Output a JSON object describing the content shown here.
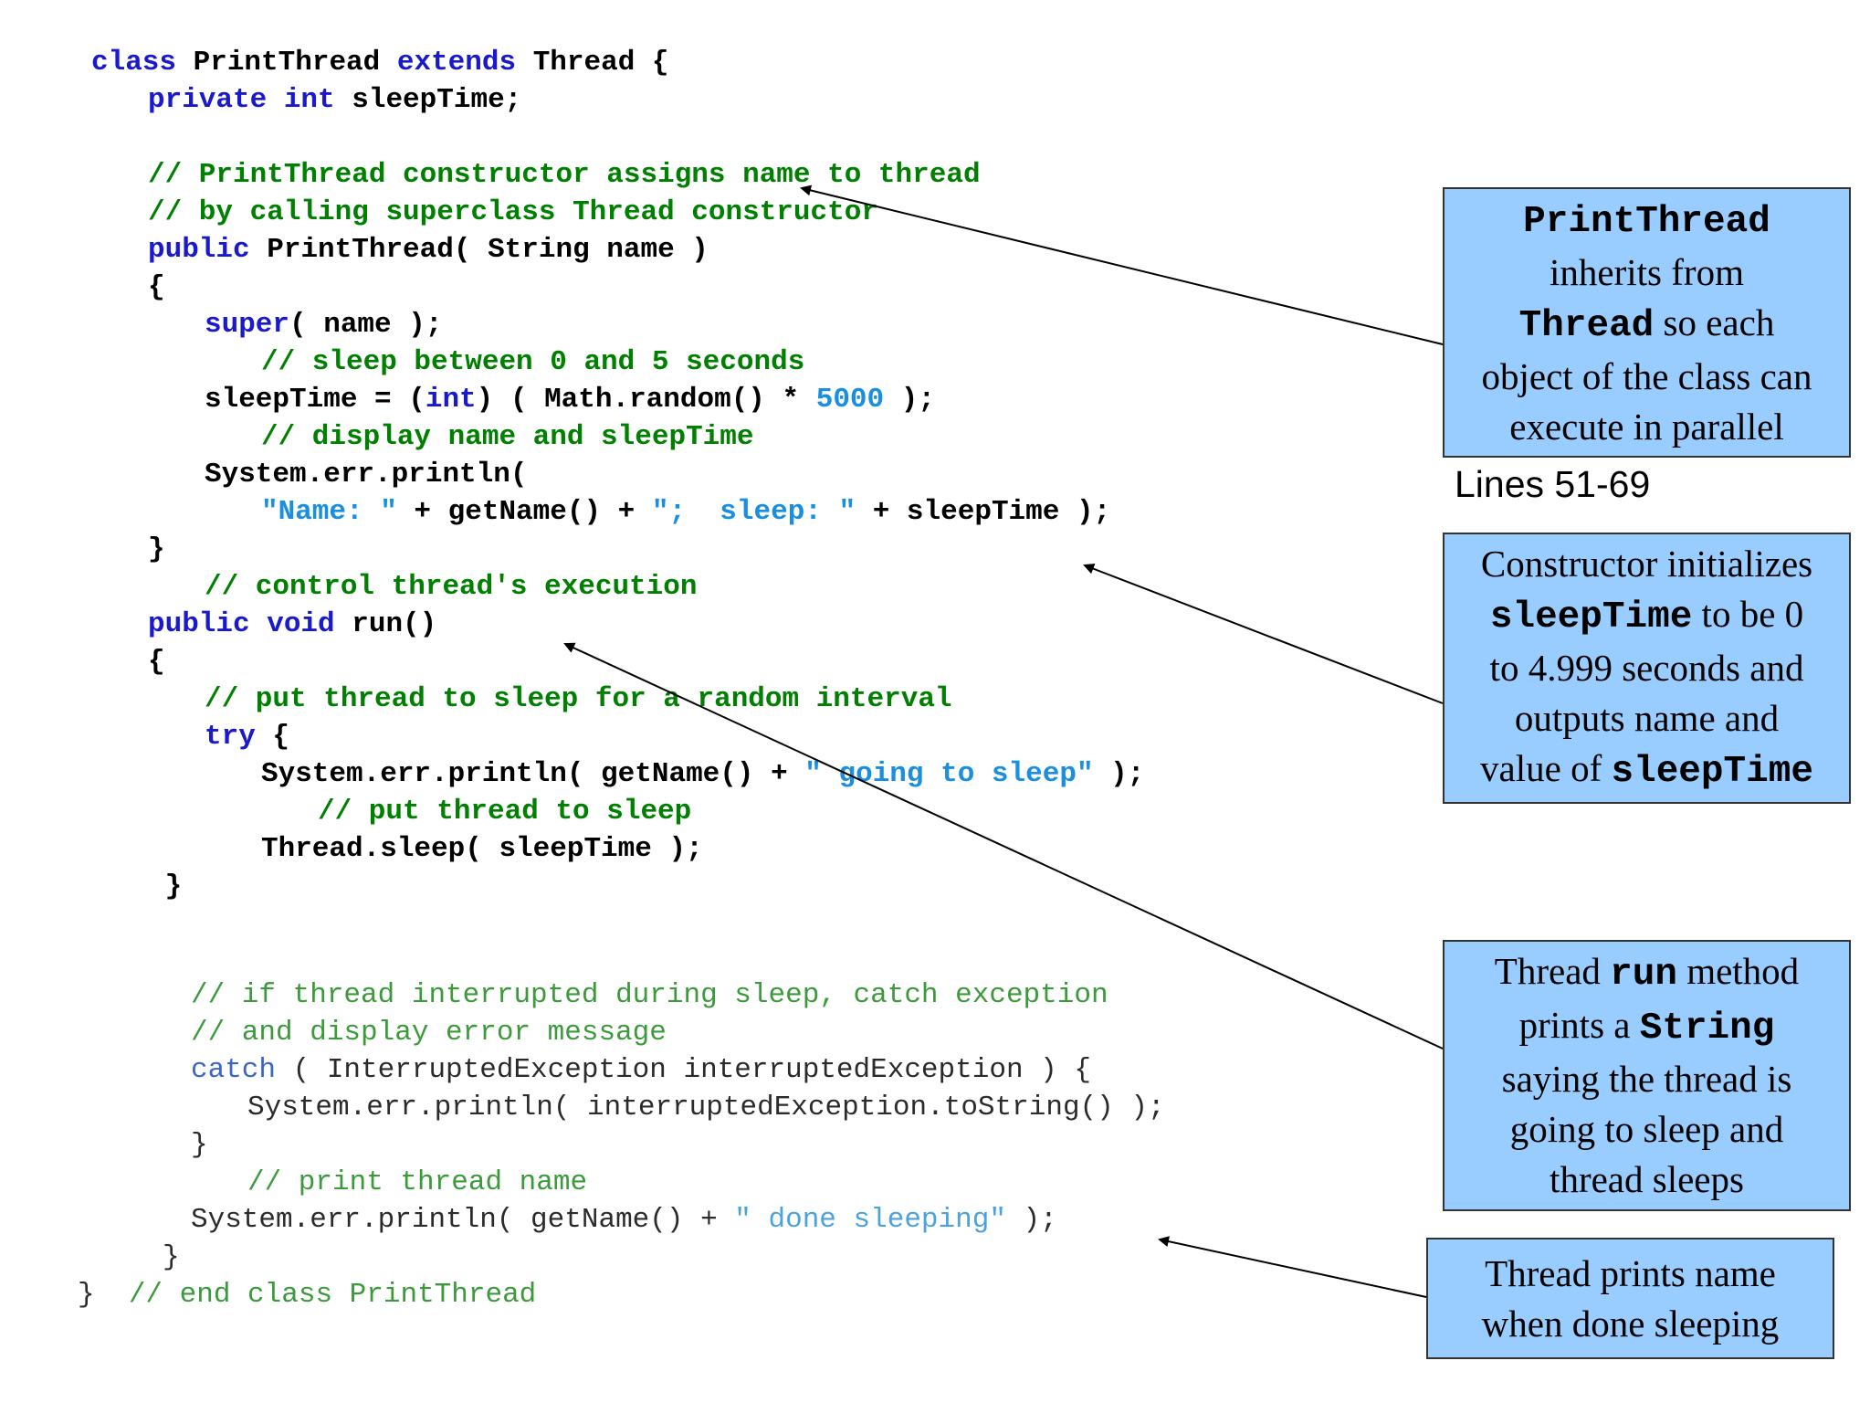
{
  "code": {
    "bold_lines": [
      {
        "indent": 0,
        "tokens": [
          [
            "kw",
            "class "
          ],
          [
            "tx",
            "PrintThread "
          ],
          [
            "kw",
            "extends "
          ],
          [
            "tx",
            "Thread {"
          ]
        ]
      },
      {
        "indent": 1,
        "tokens": [
          [
            "kw",
            "private int "
          ],
          [
            "tx",
            "sleepTime;"
          ]
        ]
      },
      {
        "indent": 1,
        "tokens": [],
        "blank": true
      },
      {
        "indent": 1,
        "tokens": [
          [
            "cm",
            "// PrintThread constructor assigns name to thread"
          ]
        ]
      },
      {
        "indent": 1,
        "tokens": [
          [
            "cm",
            "// by calling superclass Thread constructor"
          ]
        ]
      },
      {
        "indent": 1,
        "tokens": [
          [
            "kw",
            "public "
          ],
          [
            "tx",
            "PrintThread( String name )"
          ]
        ]
      },
      {
        "indent": 1,
        "tokens": [
          [
            "tx",
            "{"
          ]
        ]
      },
      {
        "indent": 2,
        "tokens": [
          [
            "kw",
            "super"
          ],
          [
            "tx",
            "( name );"
          ]
        ]
      },
      {
        "indent": 3,
        "tokens": [
          [
            "cm",
            "// sleep between 0 and 5 seconds"
          ]
        ]
      },
      {
        "indent": 2,
        "tokens": [
          [
            "tx",
            "sleepTime = ("
          ],
          [
            "kw",
            "int"
          ],
          [
            "tx",
            ") ( Math.random() * "
          ],
          [
            "st",
            "5000"
          ],
          [
            "tx",
            " );"
          ]
        ]
      },
      {
        "indent": 3,
        "tokens": [
          [
            "cm",
            "// display name and sleepTime"
          ]
        ]
      },
      {
        "indent": 2,
        "tokens": [
          [
            "tx",
            "System.err.println("
          ]
        ]
      },
      {
        "indent": 3,
        "tokens": [
          [
            "st",
            "\"Name: \""
          ],
          [
            "tx",
            " + getName() + "
          ],
          [
            "st",
            "\";  sleep: \""
          ],
          [
            "tx",
            " + sleepTime );"
          ]
        ]
      },
      {
        "indent": 1,
        "tokens": [
          [
            "tx",
            "}"
          ]
        ]
      },
      {
        "indent": 2,
        "tokens": [
          [
            "cm",
            "// control thread's execution"
          ]
        ]
      },
      {
        "indent": 1,
        "tokens": [
          [
            "kw",
            "public void "
          ],
          [
            "tx",
            "run()"
          ]
        ]
      },
      {
        "indent": 1,
        "tokens": [
          [
            "tx",
            "{"
          ]
        ]
      },
      {
        "indent": 2,
        "tokens": [
          [
            "cm",
            "// put thread to sleep for a random interval"
          ]
        ]
      },
      {
        "indent": 2,
        "tokens": [
          [
            "kw",
            "try "
          ],
          [
            "tx",
            "{"
          ]
        ]
      },
      {
        "indent": 3,
        "tokens": [
          [
            "tx",
            "System.err.println( getName() + "
          ],
          [
            "st",
            "\" going to sleep\""
          ],
          [
            "tx",
            " );"
          ]
        ]
      },
      {
        "indent": 4,
        "tokens": [
          [
            "cm",
            "// put thread to sleep"
          ]
        ]
      },
      {
        "indent": 3,
        "tokens": [
          [
            "tx",
            "Thread.sleep( sleepTime );"
          ]
        ]
      },
      {
        "indent": 1.3,
        "tokens": [
          [
            "tx",
            "}"
          ]
        ]
      }
    ],
    "thin_lines": [
      {
        "indent": 2,
        "tokens": [
          [
            "cm",
            "// if thread interrupted during sleep, catch exception"
          ]
        ]
      },
      {
        "indent": 2,
        "tokens": [
          [
            "cm",
            "// and display error message"
          ]
        ]
      },
      {
        "indent": 2,
        "tokens": [
          [
            "kw",
            "catch"
          ],
          [
            "tx",
            " ( InterruptedException interruptedException ) {"
          ]
        ]
      },
      {
        "indent": 3,
        "tokens": [
          [
            "tx",
            "System.err.println( interruptedException.toString() );"
          ]
        ]
      },
      {
        "indent": 2,
        "tokens": [
          [
            "tx",
            "}"
          ]
        ]
      },
      {
        "indent": 3,
        "tokens": [
          [
            "cm",
            "// print thread name"
          ]
        ]
      },
      {
        "indent": 2,
        "tokens": [
          [
            "tx",
            "System.err.println( getName() + "
          ],
          [
            "st",
            "\" done sleeping\""
          ],
          [
            "tx",
            " );"
          ]
        ]
      },
      {
        "indent": 1.5,
        "tokens": [
          [
            "tx",
            "}"
          ]
        ]
      },
      {
        "indent": 0,
        "tokens": [
          [
            "tx",
            "}  "
          ],
          [
            "cm",
            "// end class PrintThread"
          ]
        ]
      }
    ]
  },
  "callouts": [
    {
      "parts": [
        [
          "mono",
          "PrintThread"
        ],
        [
          "br",
          ""
        ],
        [
          "txt",
          "inherits from"
        ],
        [
          "br",
          ""
        ],
        [
          "mono",
          "Thread"
        ],
        [
          "txt",
          " so each"
        ],
        [
          "br",
          ""
        ],
        [
          "txt",
          "object of the class can"
        ],
        [
          "br",
          ""
        ],
        [
          "txt",
          "execute in parallel"
        ]
      ]
    },
    {
      "parts": [
        [
          "txt",
          "Constructor initializes"
        ],
        [
          "br",
          ""
        ],
        [
          "mono",
          "sleepTime"
        ],
        [
          "txt",
          " to be 0"
        ],
        [
          "br",
          ""
        ],
        [
          "txt",
          "to 4.999 seconds and"
        ],
        [
          "br",
          ""
        ],
        [
          "txt",
          "outputs name and"
        ],
        [
          "br",
          ""
        ],
        [
          "txt",
          "value of "
        ],
        [
          "mono",
          "sleepTime"
        ]
      ]
    },
    {
      "parts": [
        [
          "txt",
          "Thread "
        ],
        [
          "mono",
          "run"
        ],
        [
          "txt",
          " method"
        ],
        [
          "br",
          ""
        ],
        [
          "txt",
          "prints a "
        ],
        [
          "mono",
          "String"
        ],
        [
          "br",
          ""
        ],
        [
          "txt",
          "saying the thread is"
        ],
        [
          "br",
          ""
        ],
        [
          "txt",
          "going to sleep and"
        ],
        [
          "br",
          ""
        ],
        [
          "txt",
          "thread sleeps"
        ]
      ]
    },
    {
      "parts": [
        [
          "txt",
          "Thread prints name"
        ],
        [
          "br",
          ""
        ],
        [
          "txt",
          "when done sleeping"
        ]
      ]
    }
  ],
  "lines_label": "Lines 51-69"
}
